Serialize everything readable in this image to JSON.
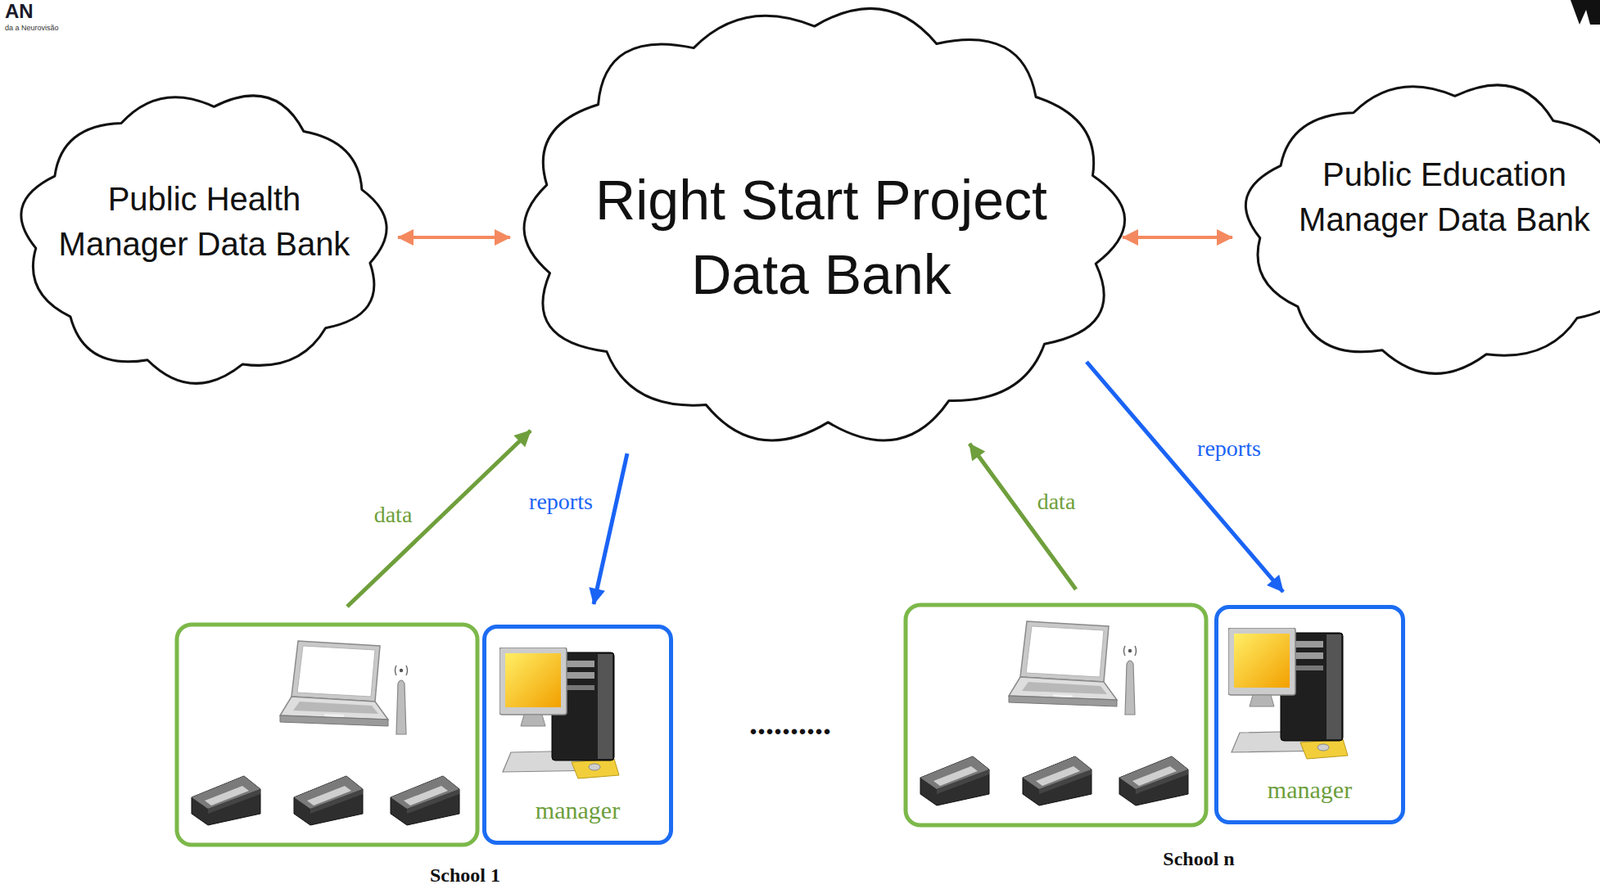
{
  "diagram": {
    "nodes": [
      {
        "text": [
          "Public Health Manager Data Bank"
        ]
      },
      {
        "text": [
          "Right Start Project Data Bank"
        ]
      },
      {
        "text": [
          "Public Education Manager Data Bank"
        ]
      },
      {
        "text": [
          "School 1"
        ]
      },
      {
        "text": [
          "manager"
        ],
        "in": 3
      },
      {
        "text": [
          "School n"
        ]
      },
      {
        "text": [
          "manager"
        ],
        "in": 5
      }
    ],
    "edges": [
      {
        "from": 0,
        "to": 1,
        "arrow": "both"
      },
      {
        "from": 1,
        "to": 2,
        "arrow": "both"
      },
      {
        "from": 3,
        "to": 1,
        "label": "data",
        "arrow": "to"
      },
      {
        "from": 1,
        "to": 4,
        "label": "reports",
        "arrow": "to"
      },
      {
        "from": 5,
        "to": 1,
        "label": "data",
        "arrow": "to"
      },
      {
        "from": 1,
        "to": 6,
        "label": "reports",
        "arrow": "to"
      }
    ],
    "labels": [
      "AN",
      "da a Neurovisão",
      ".........."
    ]
  }
}
